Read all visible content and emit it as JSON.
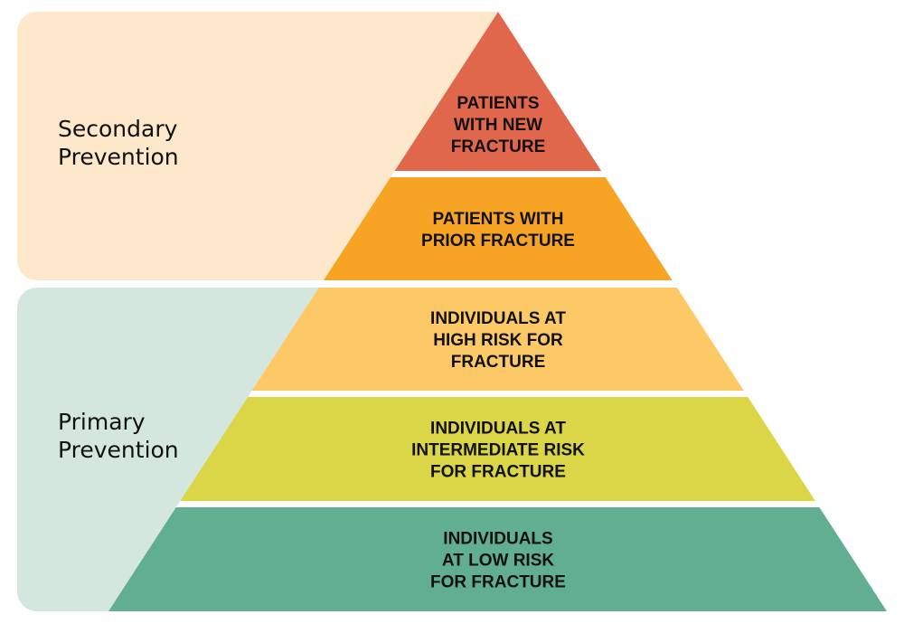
{
  "diagram": {
    "type": "pyramid",
    "groups": [
      {
        "label": "Secondary\nPrevention",
        "color": "#fde8cb",
        "tiers": [
          0,
          1
        ]
      },
      {
        "label": "Primary\nPrevention",
        "color": "#d3e7df",
        "tiers": [
          2,
          3,
          4
        ]
      }
    ],
    "tiers": [
      {
        "lines": [
          "PATIENTS",
          "WITH NEW",
          "FRACTURE"
        ],
        "color": "#e0674b"
      },
      {
        "lines": [
          "PATIENTS WITH",
          "PRIOR FRACTURE"
        ],
        "color": "#f7a324"
      },
      {
        "lines": [
          "INDIVIDUALS AT",
          "HIGH RISK FOR",
          "FRACTURE"
        ],
        "color": "#fdc966"
      },
      {
        "lines": [
          "INDIVIDUALS AT",
          "INTERMEDIATE RISK",
          "FOR FRACTURE"
        ],
        "color": "#dbd548"
      },
      {
        "lines": [
          "INDIVIDUALS",
          "AT LOW RISK",
          "FOR FRACTURE"
        ],
        "color": "#61ae91"
      }
    ]
  }
}
